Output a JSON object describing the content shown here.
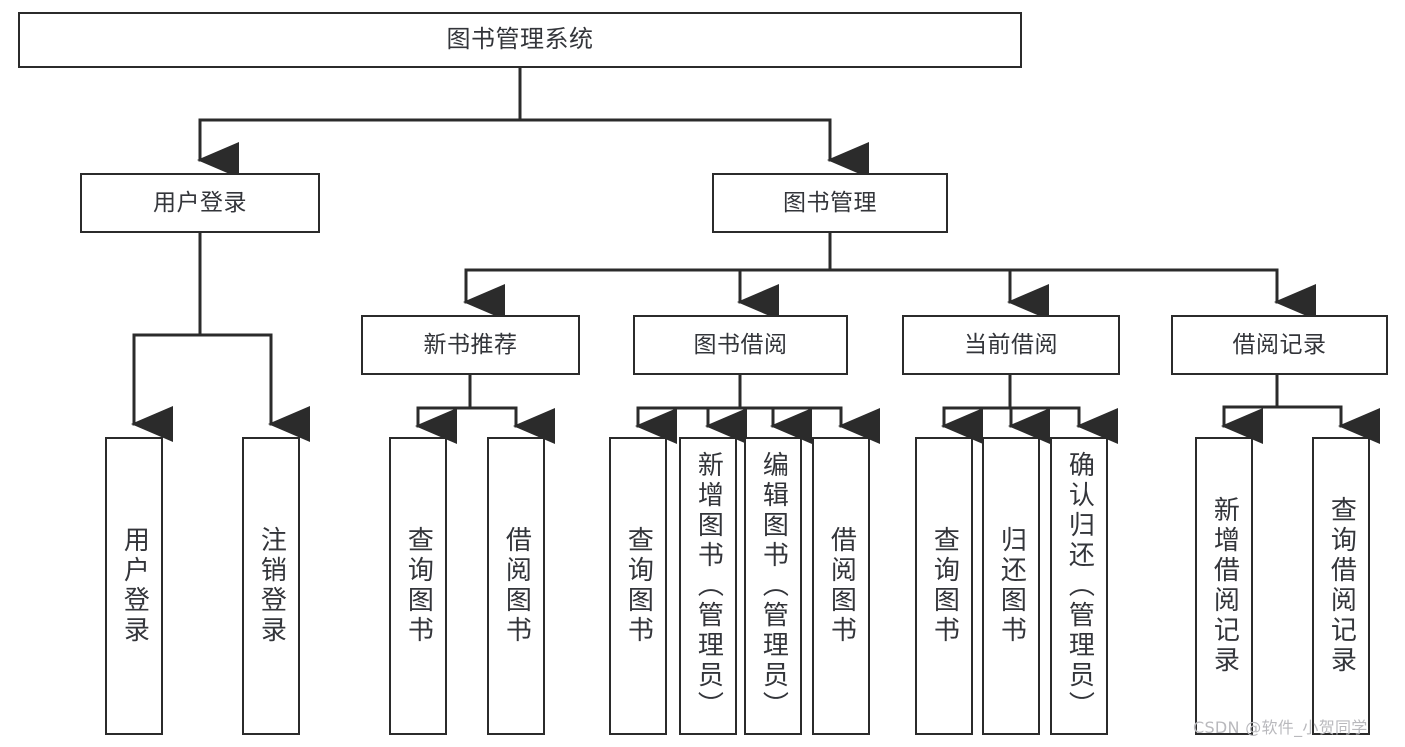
{
  "diagram": {
    "kind": "hierarchy-tree",
    "title": "图书管理系统",
    "stroke_color": "#2b2b2b",
    "text_color": "#33353a",
    "background_color": "#ffffff",
    "watermark": "CSDN @软件_小贺同学"
  },
  "nodes": {
    "root": {
      "label": "图书管理系统"
    },
    "level2": [
      {
        "id": "user-login",
        "label": "用户登录"
      },
      {
        "id": "book-manage",
        "label": "图书管理"
      }
    ],
    "level3": [
      {
        "id": "new-book-recommend",
        "label": "新书推荐"
      },
      {
        "id": "book-borrow",
        "label": "图书借阅"
      },
      {
        "id": "current-borrow",
        "label": "当前借阅"
      },
      {
        "id": "borrow-record",
        "label": "借阅记录"
      }
    ],
    "leaves": {
      "user_login": [
        {
          "id": "leaf-user-login",
          "label": "用户登录"
        },
        {
          "id": "leaf-logout-login",
          "label": "注销登录"
        }
      ],
      "new_book_recommend": [
        {
          "id": "leaf-query-book-1",
          "label": "查询图书"
        },
        {
          "id": "leaf-borrow-book-1",
          "label": "借阅图书"
        }
      ],
      "book_borrow": [
        {
          "id": "leaf-query-book-2",
          "label": "查询图书"
        },
        {
          "id": "leaf-add-book",
          "label": "新增图书（管理员）"
        },
        {
          "id": "leaf-edit-book",
          "label": "编辑图书（管理员）"
        },
        {
          "id": "leaf-borrow-book-2",
          "label": "借阅图书"
        }
      ],
      "current_borrow": [
        {
          "id": "leaf-query-book-3",
          "label": "查询图书"
        },
        {
          "id": "leaf-return-book",
          "label": "归还图书"
        },
        {
          "id": "leaf-confirm-return",
          "label": "确认归还（管理员）"
        }
      ],
      "borrow_record": [
        {
          "id": "leaf-add-borrow-record",
          "label": "新增借阅记录"
        },
        {
          "id": "leaf-query-borrow-record",
          "label": "查询借阅记录"
        }
      ]
    }
  }
}
